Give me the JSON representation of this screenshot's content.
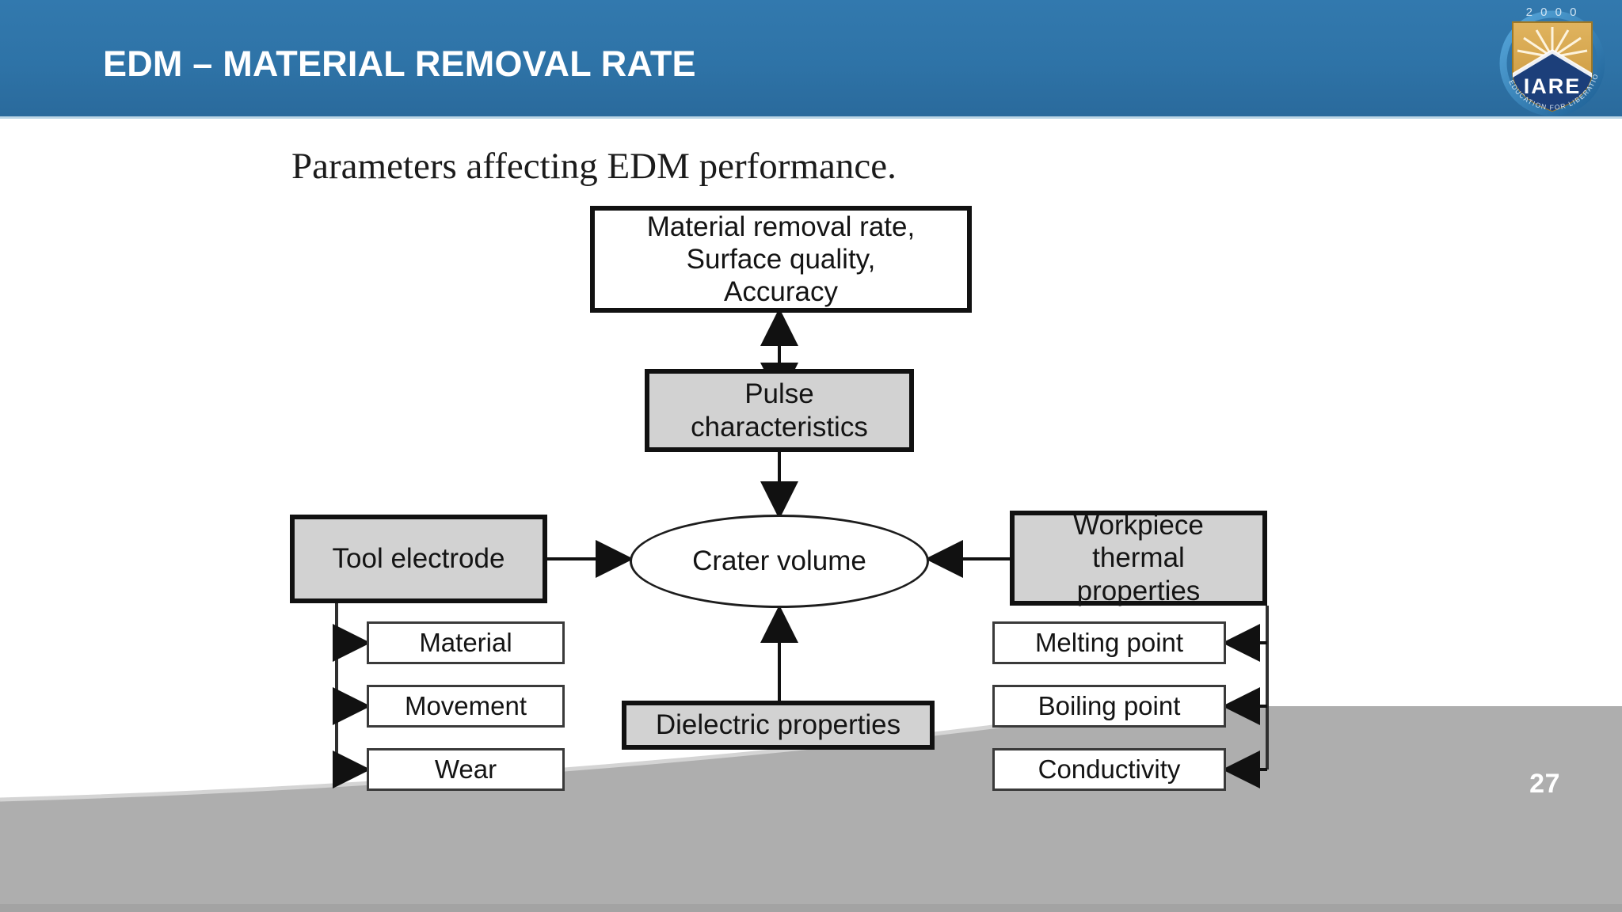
{
  "header": {
    "title": "EDM – MATERIAL REMOVAL RATE",
    "background_color": "#2e73a7",
    "title_color": "#ffffff"
  },
  "logo": {
    "name": "iare-logo",
    "year_text": "2 0 0 0",
    "acronym": "IARE",
    "motto": "EDUCATION FOR LIBERATION",
    "shield_top_color": "#d9a648",
    "shield_bottom_color": "#1c3f7a",
    "ring_color": "#2f7fbf"
  },
  "slide": {
    "page_number": "27",
    "page_number_color": "#ffffff",
    "wave_color": "#aeaeae",
    "background_color": "#ffffff"
  },
  "diagram": {
    "title": "Parameters affecting EDM performance.",
    "fill_gray": "#d2d2d2",
    "line_color": "#111111",
    "nodes": {
      "outcome": {
        "line1": "Material removal rate,",
        "line2": "Surface quality,",
        "line3": "Accuracy"
      },
      "pulse": {
        "line1": "Pulse",
        "line2": "characteristics"
      },
      "crater": {
        "label": "Crater volume"
      },
      "tool": {
        "label": "Tool electrode"
      },
      "workpiece": {
        "line1": "Workpiece",
        "line2": "thermal",
        "line3": "properties"
      },
      "dielectric": {
        "label": "Dielectric properties"
      },
      "tool_children": [
        {
          "label": "Material"
        },
        {
          "label": "Movement"
        },
        {
          "label": "Wear"
        }
      ],
      "workpiece_children": [
        {
          "label": "Melting point"
        },
        {
          "label": "Boiling point"
        },
        {
          "label": "Conductivity"
        }
      ]
    },
    "edges": [
      {
        "from": "pulse",
        "to": "outcome",
        "style": "double-arrow-vertical"
      },
      {
        "from": "pulse",
        "to": "crater",
        "style": "arrow-down"
      },
      {
        "from": "tool",
        "to": "crater",
        "style": "arrow-right"
      },
      {
        "from": "workpiece",
        "to": "crater",
        "style": "arrow-left"
      },
      {
        "from": "dielectric",
        "to": "crater",
        "style": "arrow-up"
      },
      {
        "from": "tool",
        "to": "tool_children",
        "style": "bracket-right"
      },
      {
        "from": "workpiece",
        "to": "workpiece_children",
        "style": "bracket-left"
      }
    ]
  }
}
